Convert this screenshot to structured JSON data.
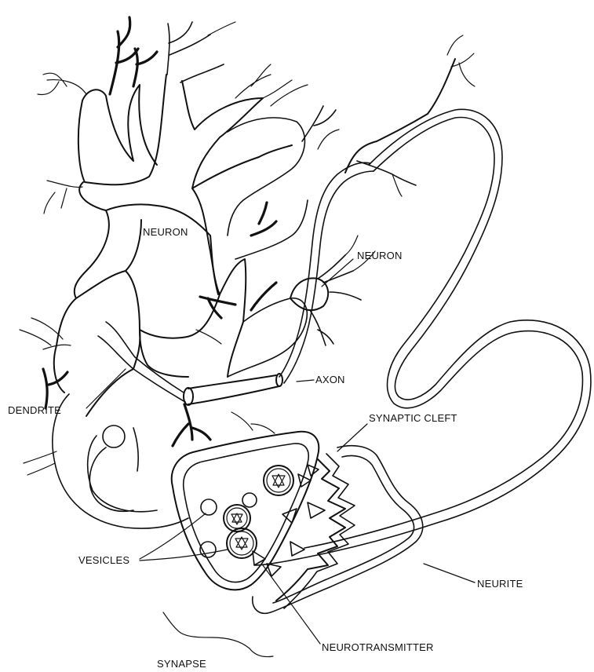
{
  "labels": {
    "neuron_main": "NEURON",
    "neuron_small": "NEURON",
    "axon": "AXON",
    "dendrite": "DENDRITE",
    "synaptic_cleft": "SYNAPTIC CLEFT",
    "vesicles": "VESICLES",
    "neurite": "NEURITE",
    "neurotransmitter": "NEUROTRANSMITTER",
    "synapse": "SYNAPSE"
  },
  "colors": {
    "ink": "#111111",
    "background": "#ffffff"
  }
}
